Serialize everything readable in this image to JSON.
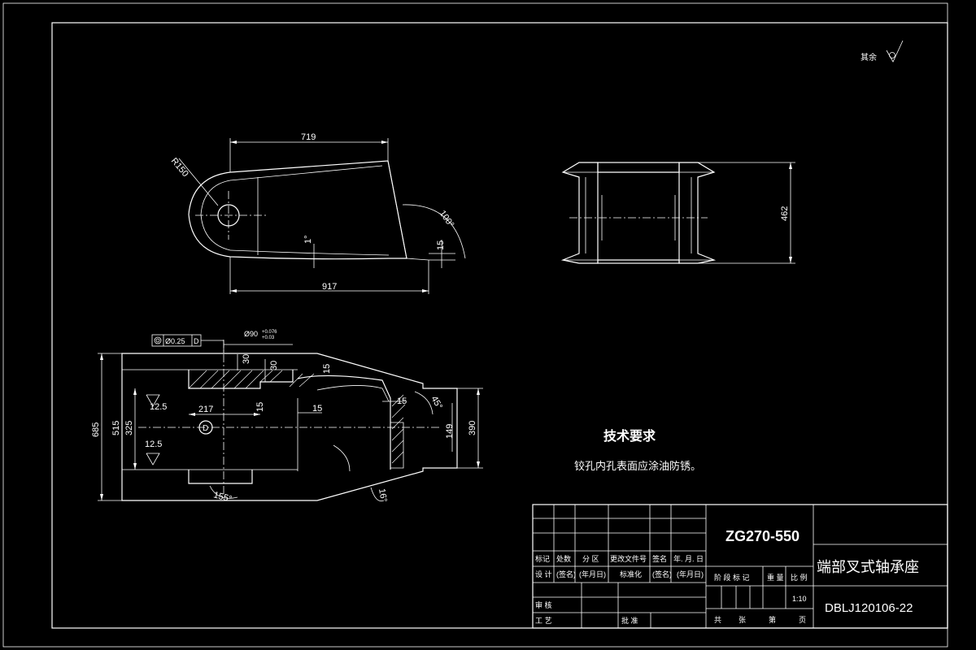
{
  "roughness_note": "其余",
  "technical_requirements": {
    "title": "技术要求",
    "line1": "铰孔内孔表面应涂油防锈。"
  },
  "dimensions": {
    "top_view": {
      "length_719": "719",
      "length_917": "917",
      "radius": "R150",
      "angle_100": "100°",
      "angle_1": "1°",
      "dim_15": "15"
    },
    "side_view": {
      "height_462": "462"
    },
    "section_view": {
      "d685": "685",
      "d515": "515",
      "d325": "325",
      "d217": "217",
      "d30a": "30",
      "d30b": "30",
      "d15a": "15",
      "d15b": "15",
      "d15c": "15",
      "d15d": "15",
      "d149": "149",
      "d390": "390",
      "angle_45": "45°",
      "angle_155": "155°",
      "angle_16": "16°",
      "rough1": "12.5",
      "rough2": "12.5",
      "datum": "D",
      "tol_frame_value": "Ø0.25",
      "tol_frame_datum": "D",
      "hole_dia": "Ø90",
      "hole_tol_upper": "+0.076",
      "hole_tol_lower": "+0.03"
    }
  },
  "title_block": {
    "material": "ZG270-550",
    "part_name": "端部叉式轴承座",
    "drawing_no": "DBLJ120106-22",
    "scale": "1:10",
    "row_labels": {
      "mark": "标记",
      "count": "处数",
      "zone": "分 区",
      "change_doc": "更改文件号",
      "sign": "签名",
      "date": "年. 月. 日",
      "design": "设 计",
      "sign_paren": "(签名)",
      "date_paren": "(年月日)",
      "standard": "标准化",
      "sign_paren2": "(签名)",
      "date_paren2": "(年月日)",
      "review": "审 核",
      "process": "工 艺",
      "approve": "批 准"
    },
    "stage_labels": {
      "stage_mark": "阶 段 标 记",
      "weight": "重 量",
      "ratio": "比 例",
      "total": "共",
      "sheets": "张",
      "sheet_no": "第",
      "page": "页"
    }
  }
}
